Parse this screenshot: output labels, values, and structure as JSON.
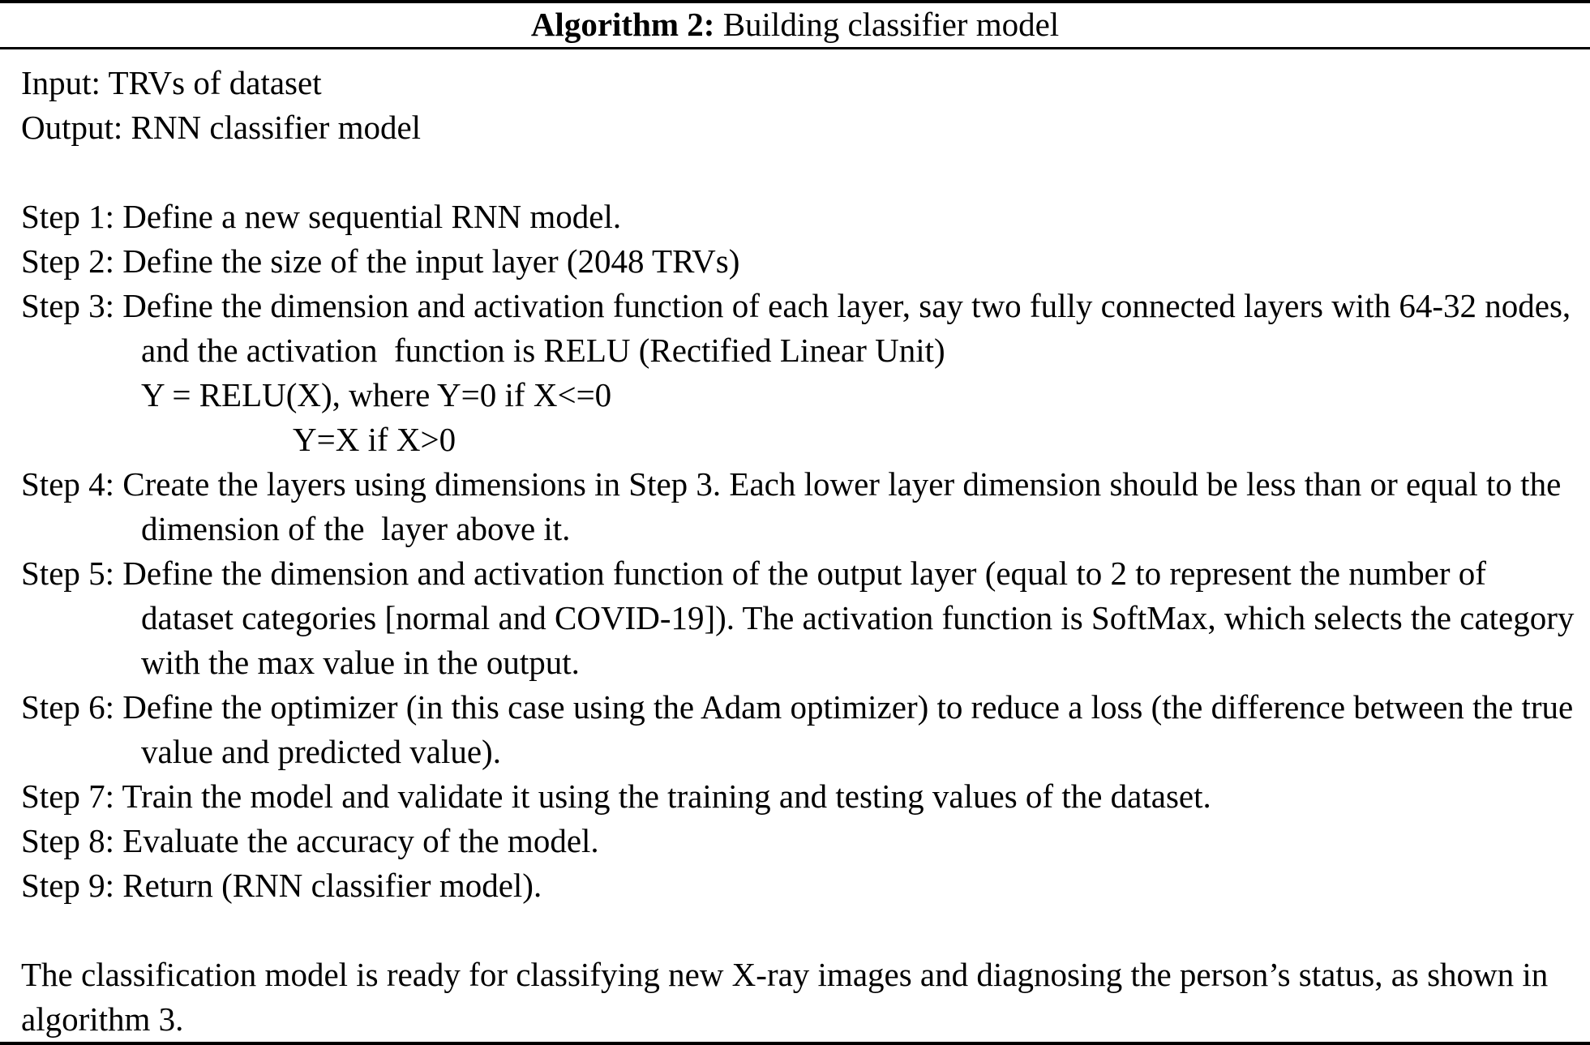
{
  "caption": {
    "label": "Algorithm 2:",
    "title": "Building classifier model"
  },
  "header_lines": [
    "Input: TRVs of dataset",
    "Output: RNN classifier model"
  ],
  "steps": [
    {
      "id": "step-1",
      "text": "Step 1: Define a new sequential RNN model."
    },
    {
      "id": "step-2",
      "text": "Step 2: Define the size of the input layer (2048 TRVs)"
    },
    {
      "id": "step-3",
      "text": "Step 3: Define the dimension and activation function of each layer, say two fully connected layers with 64-32 nodes, and the activation  function is RELU (Rectified Linear Unit)"
    },
    {
      "id": "step-4",
      "text": "Step 4: Create the layers using dimensions in Step 3. Each lower layer dimension should be less than or equal to the dimension of the  layer above it."
    },
    {
      "id": "step-5",
      "text": "Step 5: Define the dimension and activation function of the output layer (equal to 2 to represent the number of dataset categories [normal and COVID-19]). The activation function is SoftMax, which selects the category with the max value in the output."
    },
    {
      "id": "step-6",
      "text": "Step 6: Define the optimizer (in this case using the Adam optimizer) to reduce a loss (the difference between the true value and predicted value)."
    },
    {
      "id": "step-7",
      "text": "Step 7: Train the model and validate it using the training and testing values of the dataset."
    },
    {
      "id": "step-8",
      "text": "Step 8: Evaluate the accuracy of the model."
    },
    {
      "id": "step-9",
      "text": "Step 9: Return (RNN classifier model)."
    }
  ],
  "formula_lines": {
    "relu_definition": "Y = RELU(X), where Y=0 if X<=0",
    "relu_positive": "Y=X if X>0"
  },
  "closing_paragraph": "The classification model is ready for classifying new X-ray images and diagnosing the person’s status, as shown in algorithm 3.",
  "colors": {
    "text": "#000000",
    "background": "#ffffff",
    "rule": "#000000"
  }
}
